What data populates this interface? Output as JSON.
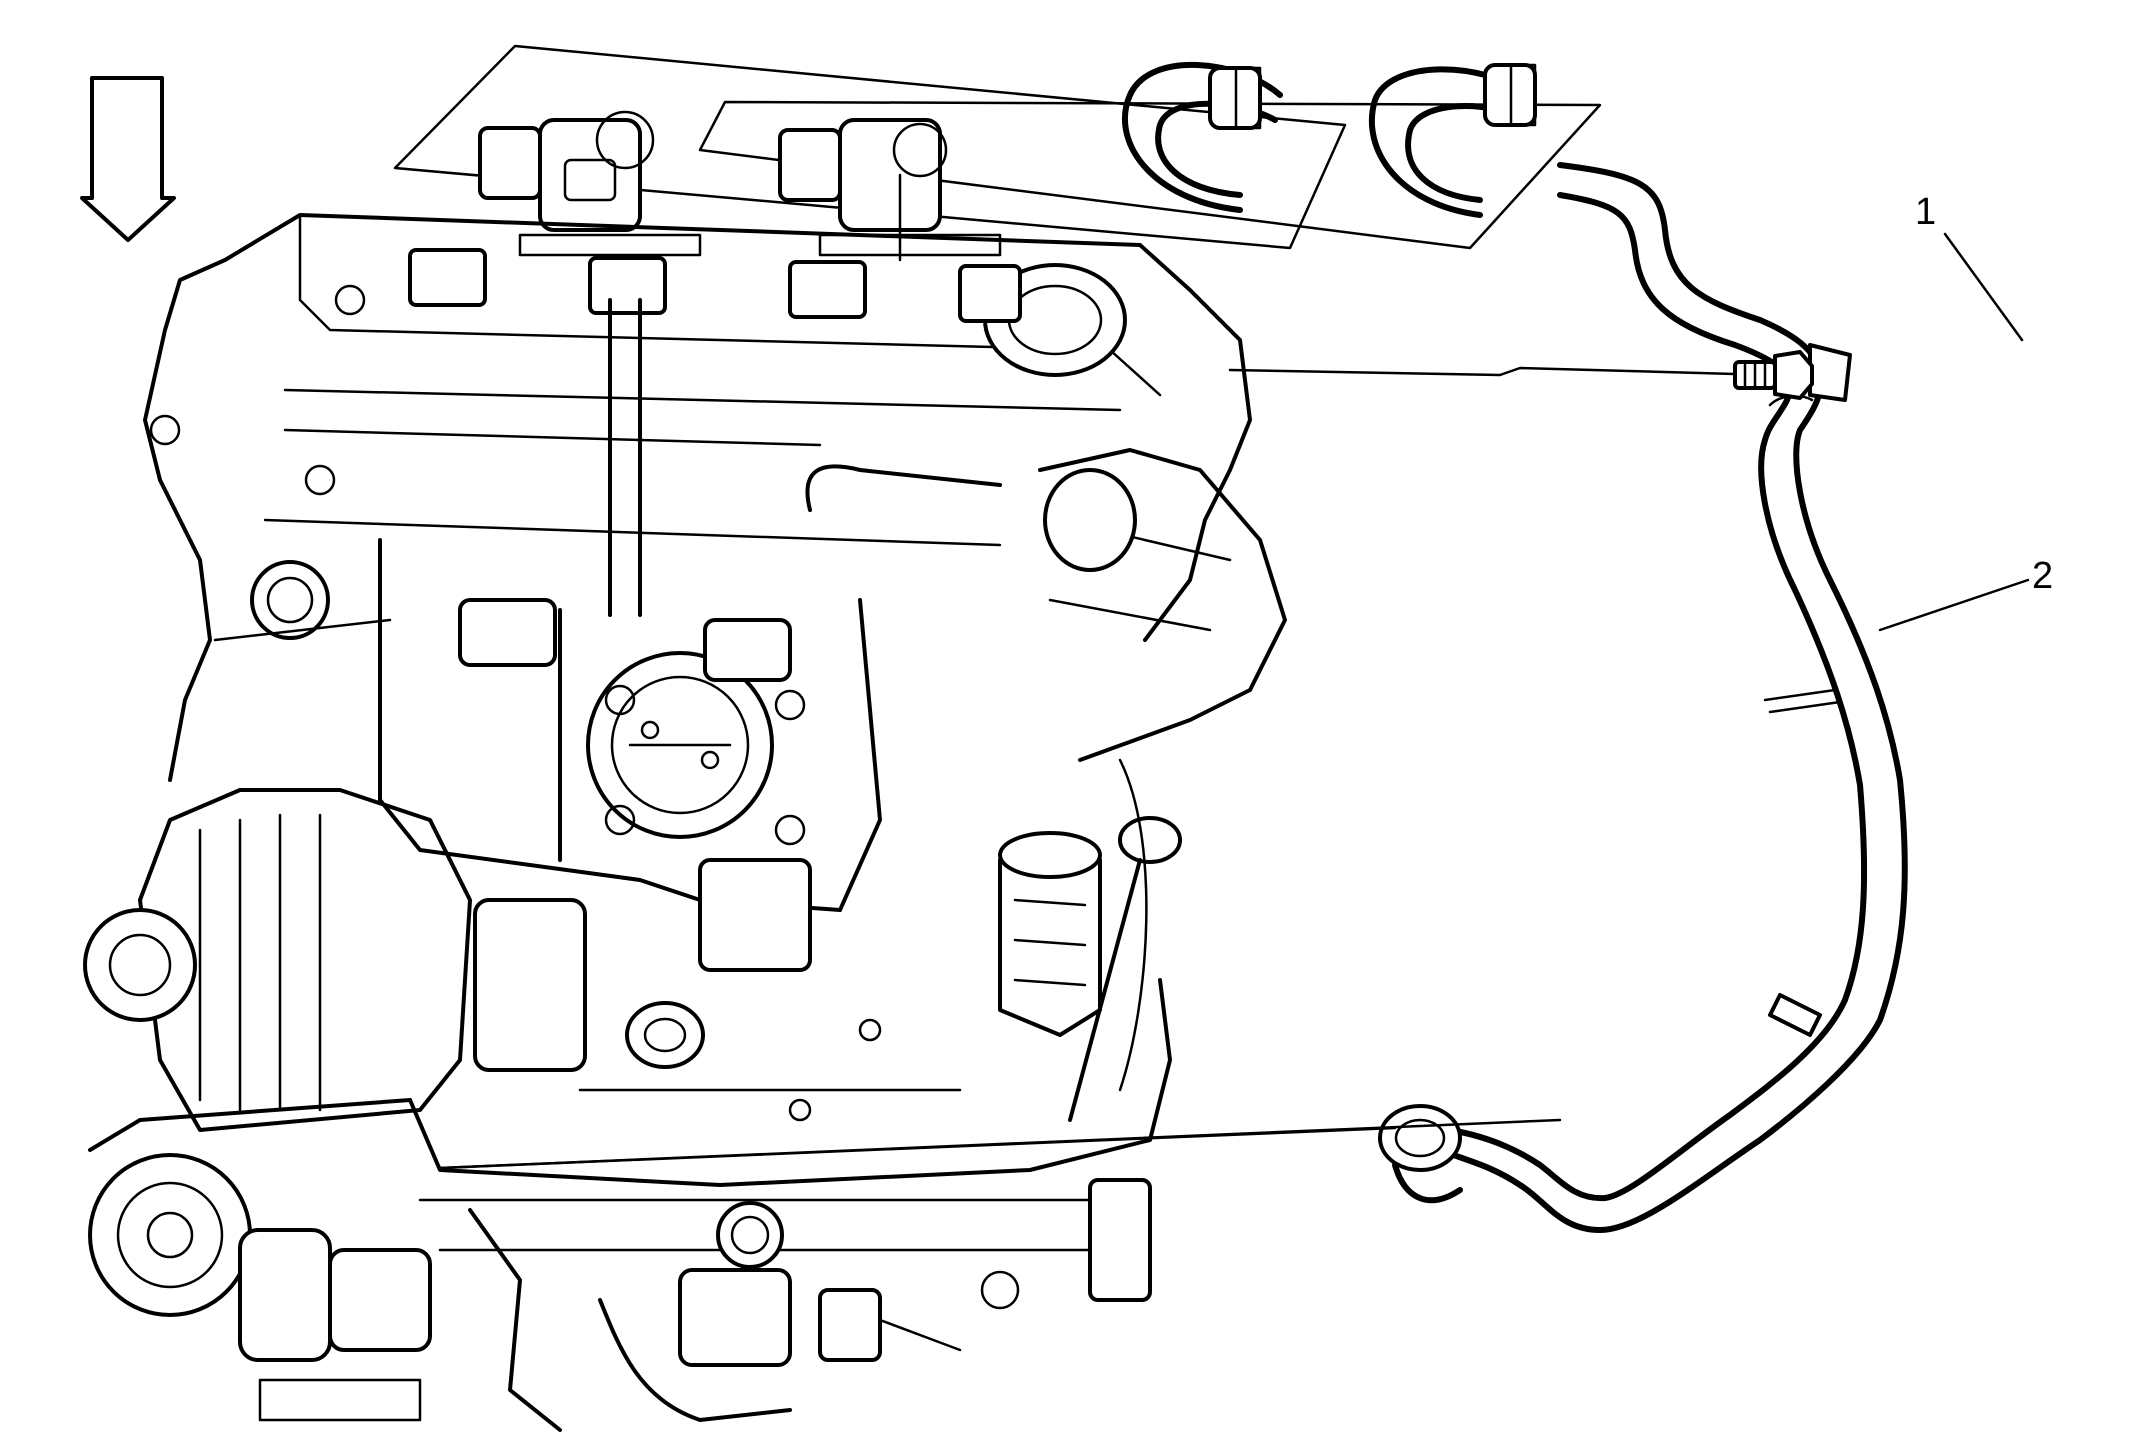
{
  "diagram": {
    "callouts": [
      {
        "id": "1",
        "label": "1"
      },
      {
        "id": "2",
        "label": "2"
      }
    ],
    "icons": {
      "direction": "down-arrow-icon"
    }
  }
}
